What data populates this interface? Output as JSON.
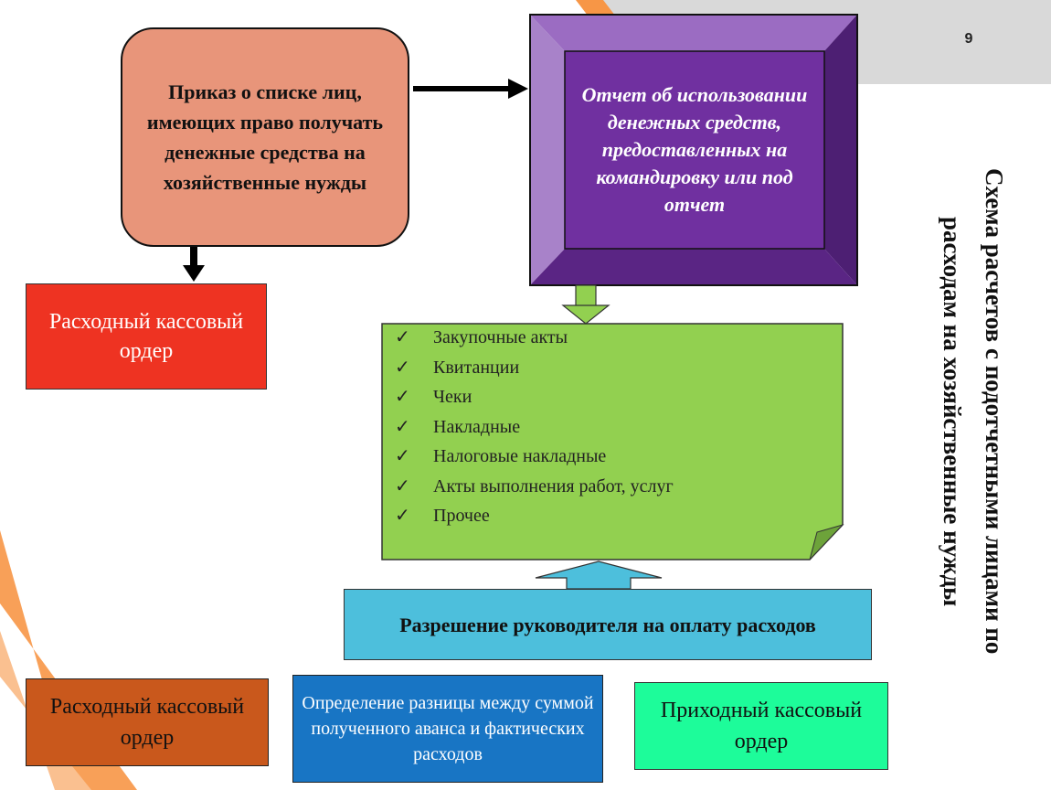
{
  "slide": {
    "page_number": "9",
    "title": "Схема расчетов с подотчетными лицами по расходам на хозяйственные нужды"
  },
  "boxes": {
    "order_list": "Приказ о списке лиц, имеющих право получать денежные средства на хозяйственные нужды",
    "report": "Отчет об использовании денежных средств, предоставленных на командировку или под отчет",
    "expense_order_top": "Расходный кассовый ордер",
    "approval": "Разрешение руководителя на оплату расходов",
    "expense_order_bottom": "Расходный кассовый ордер",
    "difference": "Определение разницы между суммой полученного аванса и фактических расходов",
    "receipt_order": "Приходный кассовый ордер"
  },
  "documents": [
    "Закупочные акты",
    "Квитанции",
    "Чеки",
    "Накладные",
    "Налоговые накладные",
    "Акты выполнения работ, услуг",
    "Прочее"
  ],
  "colors": {
    "order_fill": "#e8957a",
    "report_fill": "#7030a0",
    "red_fill": "#ee3322",
    "doc_fill": "#92d050",
    "cyan_fill": "#4dbfdc",
    "brown_fill": "#c9581c",
    "blue_fill": "#1875c4",
    "green_fill": "#1dfc9a",
    "accent_orange": "#f79646"
  }
}
